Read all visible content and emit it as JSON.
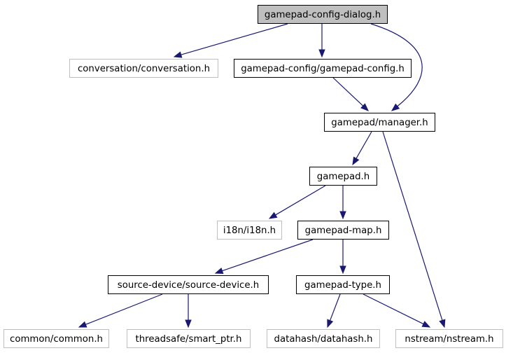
{
  "diagram": {
    "type": "include-dependency-graph",
    "colors": {
      "edge": "#191970",
      "root_fill": "#bfbfbf",
      "documented_border": "#000000",
      "undocumented_border": "#bfbfbf",
      "node_fill": "#ffffff"
    },
    "nodes": [
      {
        "id": "root",
        "label": "gamepad-config-dialog.h",
        "kind": "root"
      },
      {
        "id": "conversation",
        "label": "conversation/conversation.h",
        "kind": "external"
      },
      {
        "id": "gamepad_config",
        "label": "gamepad-config/gamepad-config.h",
        "kind": "documented"
      },
      {
        "id": "manager",
        "label": "gamepad/manager.h",
        "kind": "documented"
      },
      {
        "id": "gamepad",
        "label": "gamepad.h",
        "kind": "documented"
      },
      {
        "id": "i18n",
        "label": "i18n/i18n.h",
        "kind": "external"
      },
      {
        "id": "gamepad_map",
        "label": "gamepad-map.h",
        "kind": "documented"
      },
      {
        "id": "source_device",
        "label": "source-device/source-device.h",
        "kind": "documented"
      },
      {
        "id": "gamepad_type",
        "label": "gamepad-type.h",
        "kind": "documented"
      },
      {
        "id": "common",
        "label": "common/common.h",
        "kind": "external"
      },
      {
        "id": "smart_ptr",
        "label": "threadsafe/smart_ptr.h",
        "kind": "external"
      },
      {
        "id": "datahash",
        "label": "datahash/datahash.h",
        "kind": "external"
      },
      {
        "id": "nstream",
        "label": "nstream/nstream.h",
        "kind": "external"
      }
    ],
    "edges": [
      {
        "from": "root",
        "to": "conversation"
      },
      {
        "from": "root",
        "to": "gamepad_config"
      },
      {
        "from": "root",
        "to": "manager"
      },
      {
        "from": "gamepad_config",
        "to": "manager"
      },
      {
        "from": "manager",
        "to": "gamepad"
      },
      {
        "from": "manager",
        "to": "nstream"
      },
      {
        "from": "gamepad",
        "to": "i18n"
      },
      {
        "from": "gamepad",
        "to": "gamepad_map"
      },
      {
        "from": "gamepad_map",
        "to": "source_device"
      },
      {
        "from": "gamepad_map",
        "to": "gamepad_type"
      },
      {
        "from": "source_device",
        "to": "common"
      },
      {
        "from": "source_device",
        "to": "smart_ptr"
      },
      {
        "from": "gamepad_type",
        "to": "datahash"
      },
      {
        "from": "gamepad_type",
        "to": "nstream"
      }
    ]
  }
}
